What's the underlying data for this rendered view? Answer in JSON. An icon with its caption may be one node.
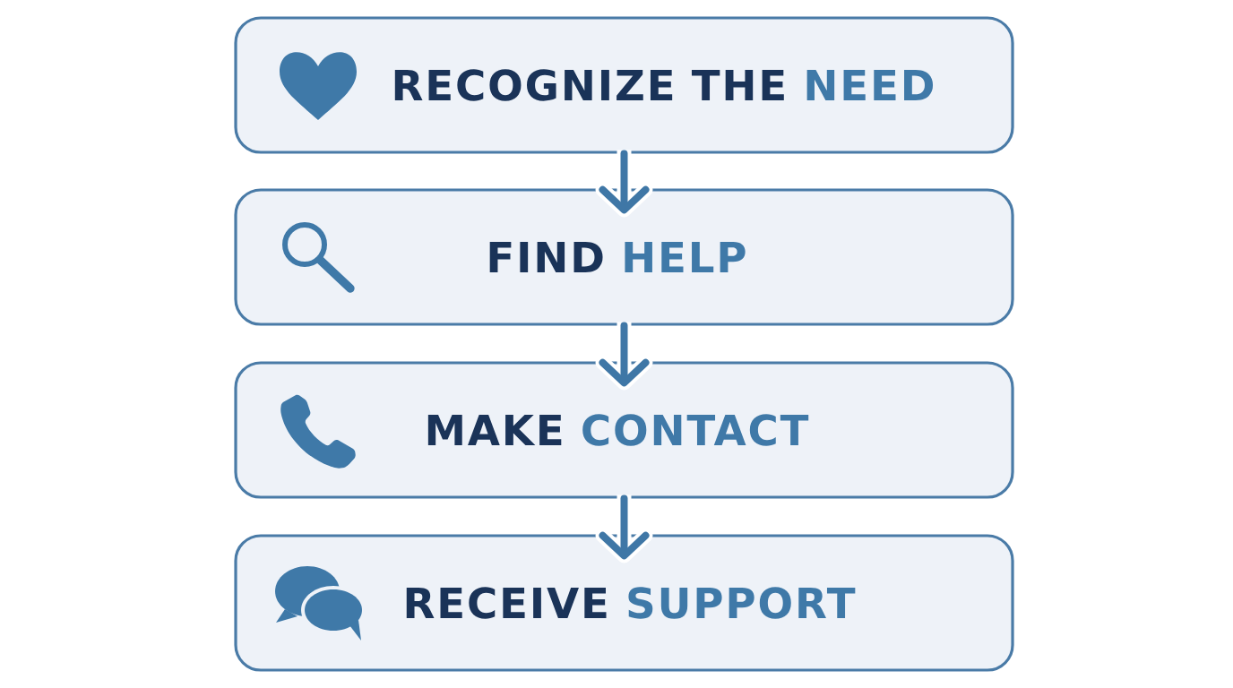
{
  "diagram": {
    "nodes": [
      {
        "text": [
          "RECOGNIZE THE",
          "NEED"
        ]
      },
      {
        "text": [
          "FIND",
          "HELP"
        ]
      },
      {
        "text": [
          "MAKE",
          "CONTACT"
        ]
      },
      {
        "text": [
          "RECEIVE",
          "SUPPORT"
        ]
      }
    ],
    "edges": [
      {
        "from": 0,
        "to": 1,
        "arrow": "to"
      },
      {
        "from": 1,
        "to": 2,
        "arrow": "to"
      },
      {
        "from": 2,
        "to": 3,
        "arrow": "to"
      }
    ]
  }
}
